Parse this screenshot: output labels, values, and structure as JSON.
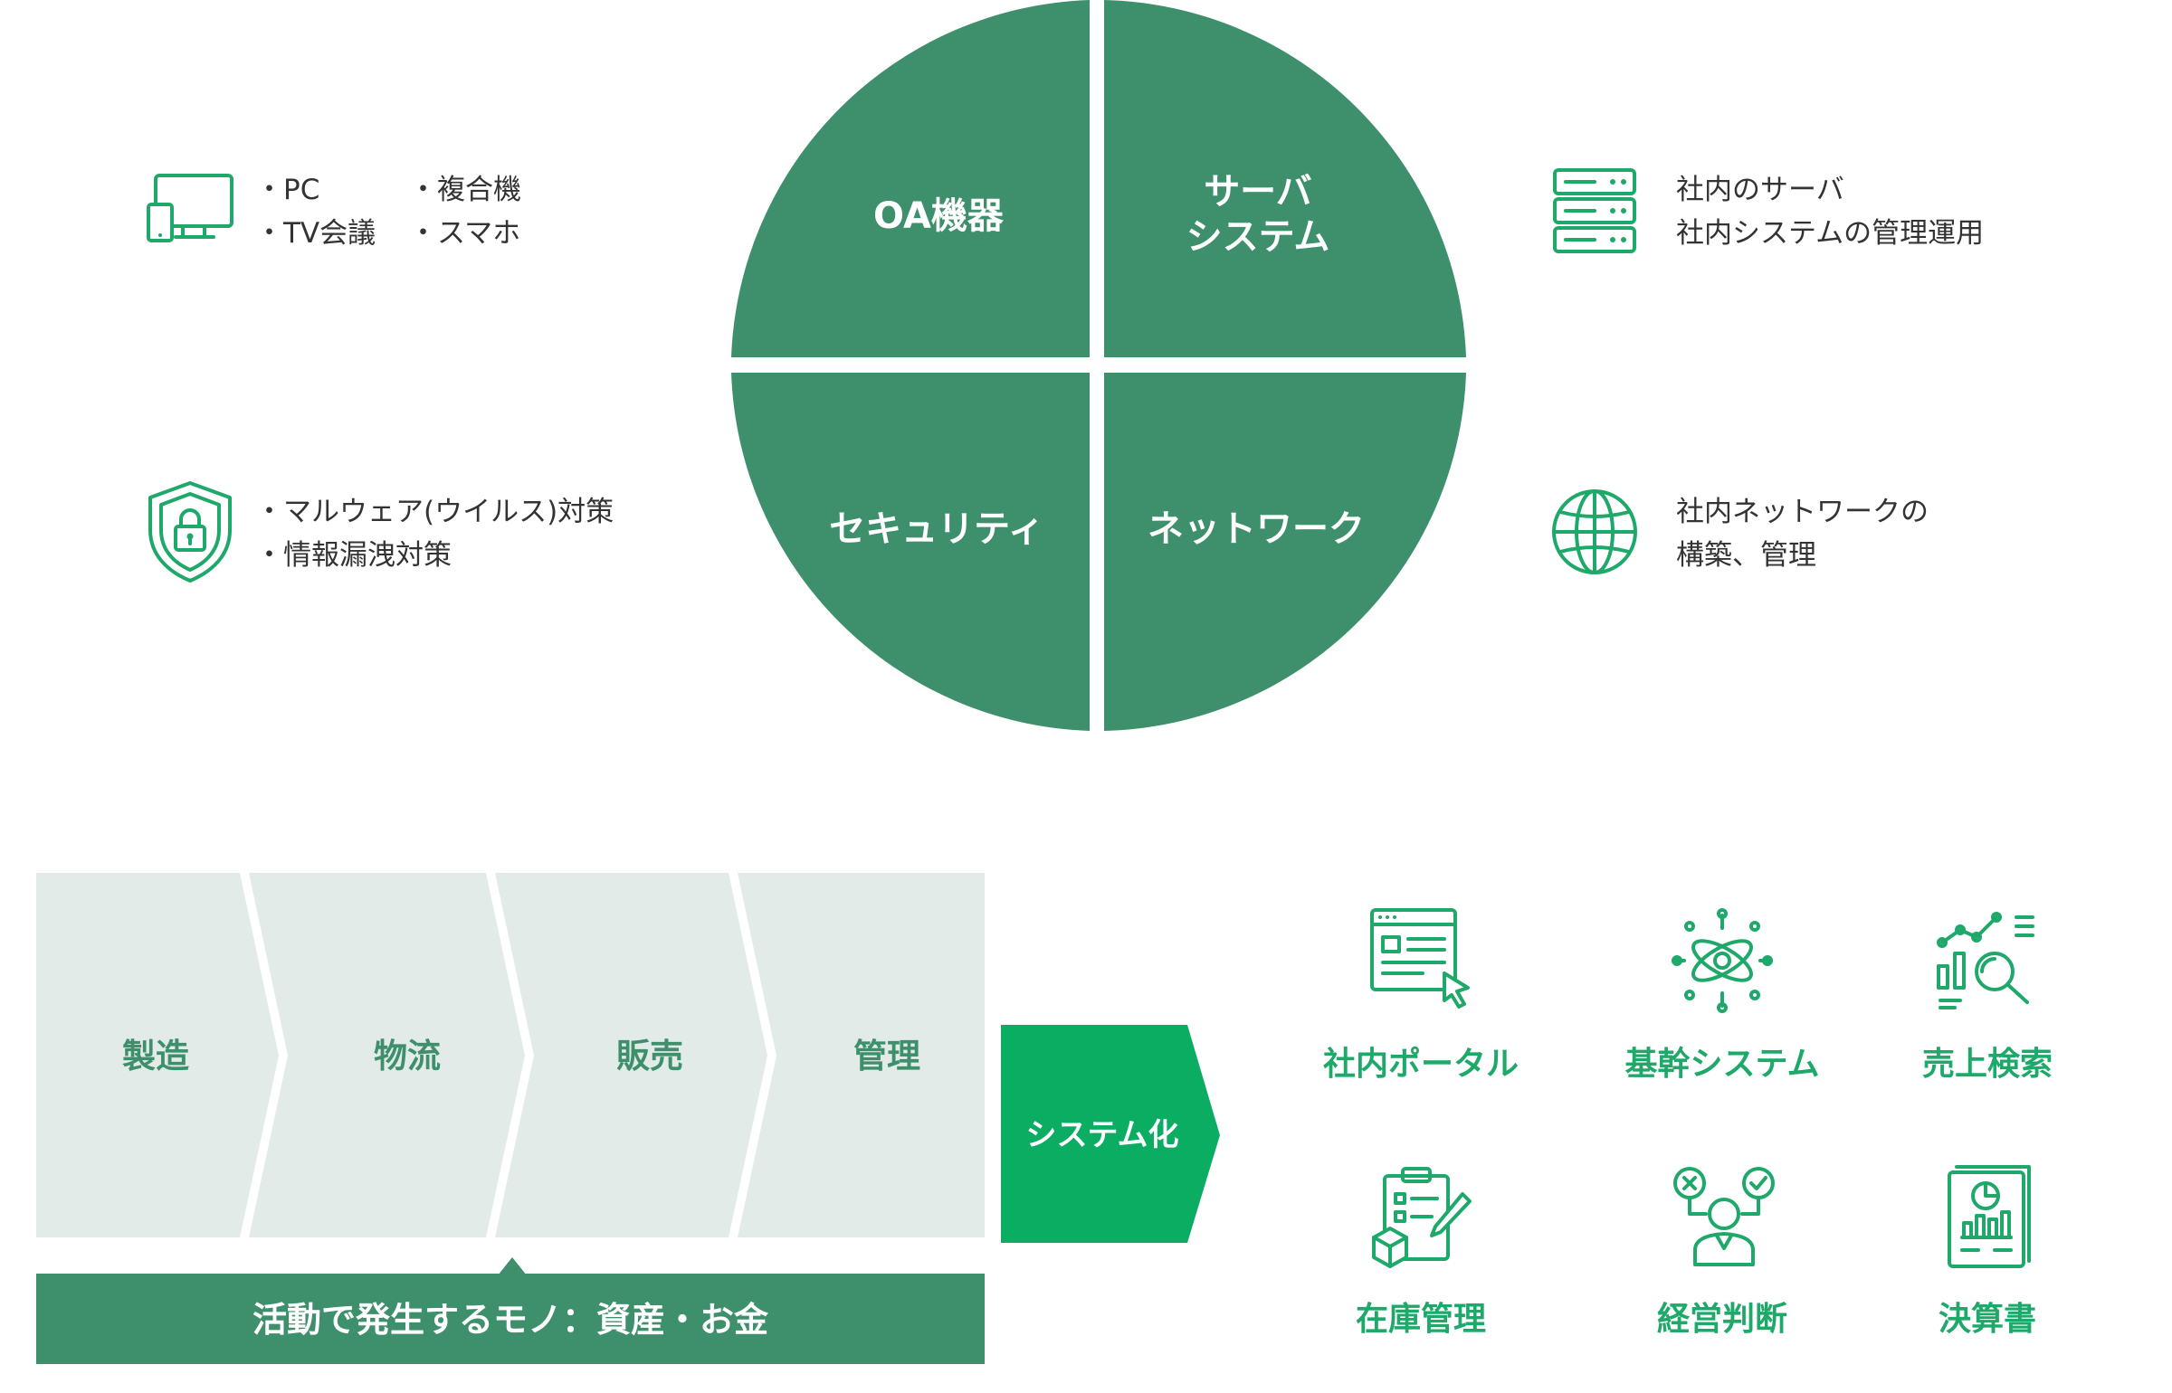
{
  "colors": {
    "quadrant": "#3e8f6b",
    "accent": "#1ea96a",
    "step_bg": "#e2ebe8",
    "text": "#333333"
  },
  "quadrants": [
    {
      "name": "oa",
      "lines": [
        "OA機器"
      ]
    },
    {
      "name": "server",
      "lines": [
        "サーバ",
        "システム"
      ]
    },
    {
      "name": "security",
      "lines": [
        "セキュリティ"
      ]
    },
    {
      "name": "network",
      "lines": [
        "ネットワーク"
      ]
    }
  ],
  "descriptions": {
    "oa": {
      "icon": "devices-icon",
      "col1": [
        "・PC",
        "・TV会議"
      ],
      "col2": [
        "・複合機",
        "・スマホ"
      ]
    },
    "server": {
      "icon": "server-rack-icon",
      "lines": [
        "社内のサーバ",
        "社内システムの管理運用"
      ]
    },
    "security": {
      "icon": "shield-lock-icon",
      "lines": [
        "・マルウェア(ウイルス)対策",
        "・情報漏洩対策"
      ]
    },
    "network": {
      "icon": "globe-icon",
      "lines": [
        "社内ネットワークの",
        "構築、管理"
      ]
    }
  },
  "process": {
    "steps": [
      "製造",
      "物流",
      "販売",
      "管理"
    ],
    "band": "活動で発生するモノ：資産・お金",
    "output": "システム化"
  },
  "systems": [
    {
      "label": "社内ポータル",
      "icon": "browser-window-icon"
    },
    {
      "label": "基幹システム",
      "icon": "atom-network-icon"
    },
    {
      "label": "売上検索",
      "icon": "analytics-search-icon"
    },
    {
      "label": "在庫管理",
      "icon": "inventory-clipboard-icon"
    },
    {
      "label": "経営判断",
      "icon": "decision-person-icon"
    },
    {
      "label": "決算書",
      "icon": "report-document-icon"
    }
  ]
}
